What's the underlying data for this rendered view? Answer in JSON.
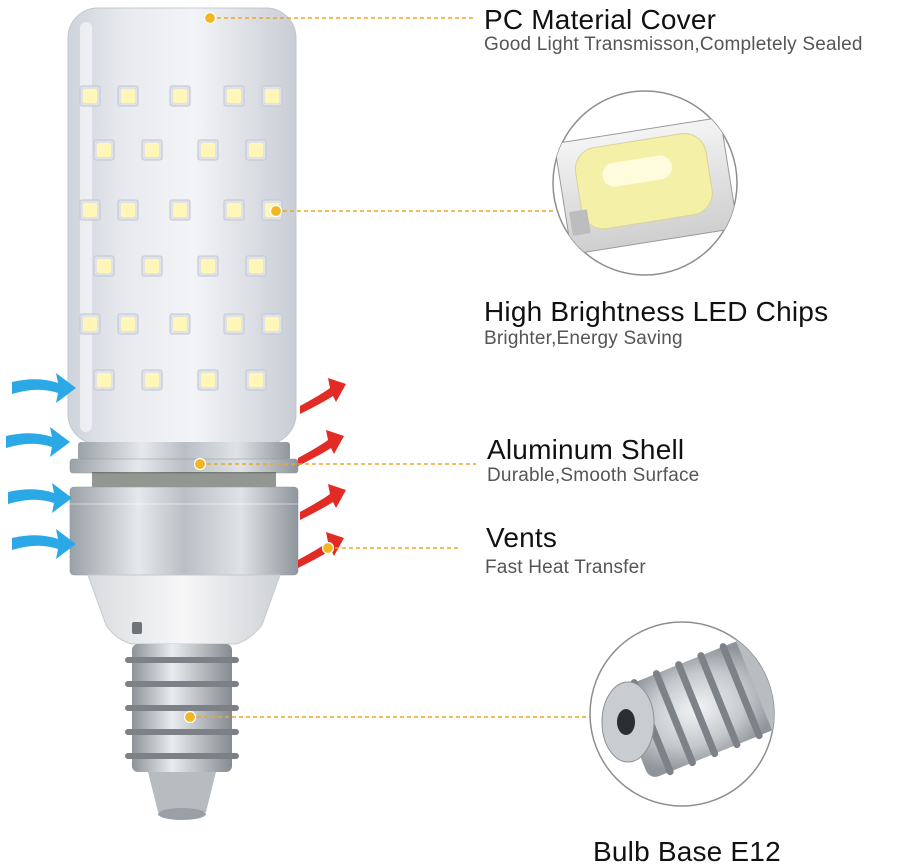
{
  "labels": {
    "cover": {
      "title": "PC Material Cover",
      "subtitle": "Good Light Transmisson,Completely Sealed"
    },
    "chips": {
      "title": "High Brightness LED Chips",
      "subtitle": "Brighter,Energy Saving"
    },
    "shell": {
      "title": "Aluminum Shell",
      "subtitle": "Durable,Smooth Surface"
    },
    "vents": {
      "title": "Vents",
      "subtitle": "Fast Heat Transfer"
    },
    "base": {
      "title": "Bulb Base E12"
    }
  },
  "colors": {
    "callout_dot": "#f2b623",
    "callout_line": "#e8a92a",
    "airflow_in": "#2aa9e6",
    "airflow_out": "#e22b24",
    "led_chip": "#fff6b8"
  },
  "icons": {
    "airflow_in": "blue-arrow-in-icon",
    "airflow_out": "red-arrow-out-icon"
  }
}
